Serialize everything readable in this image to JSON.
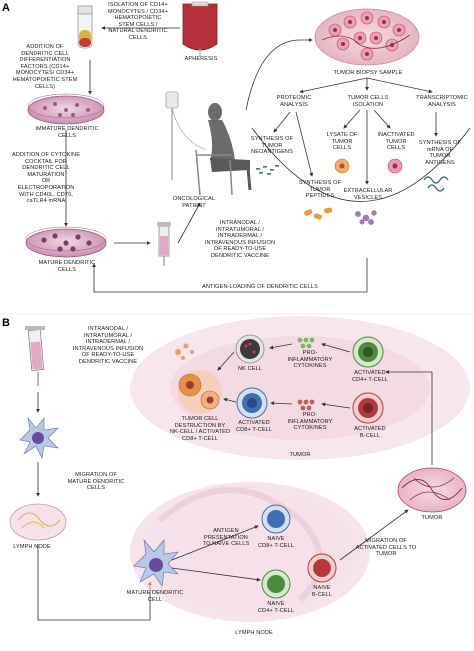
{
  "panels": {
    "a": "A",
    "b": "B"
  },
  "panel_a": {
    "isolation": "ISOLATION OF CD14+\nMONOCYTES / CD34+\nHEMATOPOIETIC\nSTEM CELLS /\nNATURAL DENDRITIC\nCELLS",
    "apheresis": "APHERESIS",
    "addition_factors": "ADDITION OF\nDENDRITIC CELL\nDIFFERENTIATION\nFACTORS (CD14+\nMONOCYTES/ CD34+\nHEMATOPOIETIC STEM\nCELLS)",
    "immature_dc": "IMMATURE DENDRITIC\nCELLS",
    "cytokine_cocktail": "ADDITION OF CYTOKINE\nCOCKTAIL FOR\nDENDRITIC CELL\nMATURATION\nOR\nELECTROPORATION\nWITH CD40L, CD70,\ncaTLR4 mRNA",
    "mature_dc": "MATURE DENDRITIC\nCELLS",
    "oncological_patient": "ONCOLOGICAL\nPATIENT",
    "infusion": "INTRANODAL /\nINTRATUMORAL /\nINTRADERMAL /\nINTRAVENOUS INFUSION\nOF READY-TO-USE\nDENDRITIC VACCINE",
    "tumor_biopsy": "TUMOR BIOPSY SAMPLE",
    "proteomic": "PROTEOMIC\nANALYSIS",
    "tumor_isolation": "TUMOR CELLS\nISOLATION",
    "transcriptomic": "TRANSCRIPTOMIC\nANALYSIS",
    "synth_neoantigens": "SYNTHESIS OF\nTUMOR\nNEOANTIGENS",
    "lysate": "LYSATE OF\nTUMOR\nCELLS",
    "inactivated": "INACTIVATED\nTUMOR\nCELLS",
    "synth_mrna": "SYNTHESIS OF\nmRNA OF\nTUMOR\nANTIGENS",
    "synth_peptides": "SYNTHESIS OF\nTUMOR\nPEPTIDES",
    "vesicles": "EXTRACELLULAR\nVESICLES",
    "antigen_loading": "ANTIGEN-LOADING OF DENDRITIC CELLS"
  },
  "panel_b": {
    "infusion": "INTRANODAL /\nINTRATUMORAL /\nINTRADERMAL /\nINTRAVENOUS INFUSION\nOF READY-TO-USE\nDENDRITIC VACCINE",
    "migration_dc": "MIGRATION OF\nMATURE DENDRITIC\nCELLS",
    "lymph_node_left": "LYMPH NODE",
    "nk_cell": "NK CELL",
    "pro_infl_1": "PRO-\nINFLAMMATORY\nCYTOKINES",
    "cd4_activated": "ACTIVATED\nCD4+ T-CELL",
    "destruction": "TUMOR CELL\nDESTRUCTION BY\nNK-CELL / ACTIVATED\nCD8+ T-CELL",
    "cd8_activated": "ACTIVATED\nCD8+ T-CELL",
    "pro_infl_2": "PRO-\nINFLAMMATORY\nCYTOKINES",
    "b_activated": "ACTIVATED\nB-CELL",
    "tumor_center": "TUMOR",
    "tumor_right": "TUMOR",
    "antigen_presentation": "ANTIGEN\nPRESENTATION\nTO NAIVE CELLS",
    "naive_cd8": "NAIVE\nCD8+ T-CELL",
    "migration_activated": "MIGRATION OF\nACTIVATED CELLS TO\nTUMOR",
    "mature_dc": "MATURE DENDRITIC\nCELL",
    "naive_cd4": "NAIVE\nCD4+ T-CELL",
    "naive_b": "NAIVE\nB-CELL",
    "lymph_node_bottom": "LYMPH NODE"
  },
  "colors": {
    "blood_red": "#b5303a",
    "dish_pink": "#e6c3d3",
    "dish_purple": "#9a5b86",
    "tumor_pink": "#efc9d4",
    "tumor_vessels": "#8e2a46",
    "node_pink": "#f3d3e0",
    "cd4_green": "#4e8a3b",
    "cd8_blue": "#3f6fb0",
    "bcell_red": "#b43a3a",
    "nk_dark": "#3a3a3a",
    "cytokine_green": "#7ab864",
    "cytokine_red": "#c85a5a",
    "arrow": "#333333"
  }
}
